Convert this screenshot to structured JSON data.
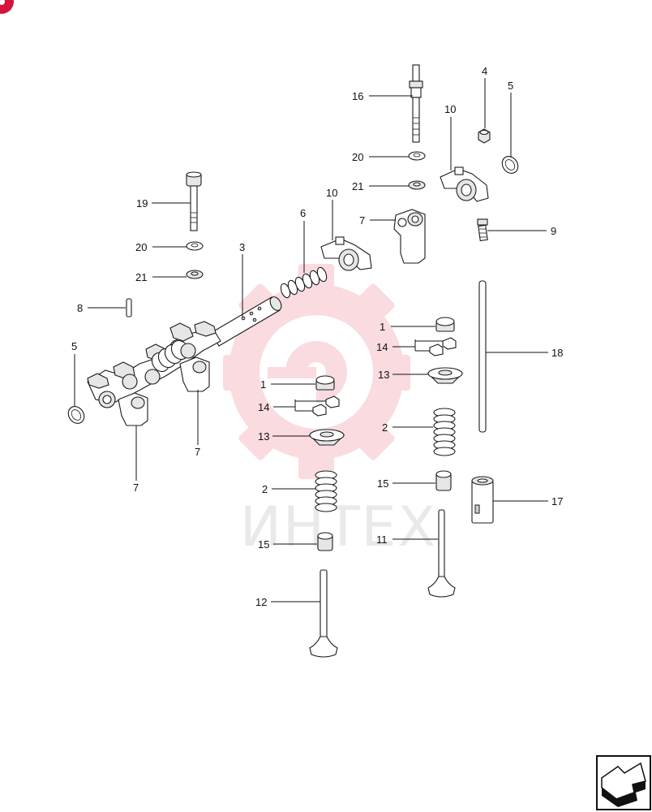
{
  "diagram": {
    "watermark_text": "ИНТЕХ",
    "corner_marker_color": "#d4143c",
    "watermark_color": "#f08a96",
    "nav_icon": "next-page-arrow-icon",
    "callouts": [
      {
        "id": "16",
        "label": "16"
      },
      {
        "id": "4",
        "label": "4"
      },
      {
        "id": "5a",
        "label": "5"
      },
      {
        "id": "10a",
        "label": "10"
      },
      {
        "id": "20a",
        "label": "20"
      },
      {
        "id": "21a",
        "label": "21"
      },
      {
        "id": "7a",
        "label": "7"
      },
      {
        "id": "9",
        "label": "9"
      },
      {
        "id": "19",
        "label": "19"
      },
      {
        "id": "6",
        "label": "6"
      },
      {
        "id": "10b",
        "label": "10"
      },
      {
        "id": "3",
        "label": "3"
      },
      {
        "id": "20b",
        "label": "20"
      },
      {
        "id": "21b",
        "label": "21"
      },
      {
        "id": "8",
        "label": "8"
      },
      {
        "id": "5b",
        "label": "5"
      },
      {
        "id": "1a",
        "label": "1"
      },
      {
        "id": "14a",
        "label": "14"
      },
      {
        "id": "18",
        "label": "18"
      },
      {
        "id": "13a",
        "label": "13"
      },
      {
        "id": "1b",
        "label": "1"
      },
      {
        "id": "14b",
        "label": "14"
      },
      {
        "id": "2a",
        "label": "2"
      },
      {
        "id": "7b",
        "label": "7"
      },
      {
        "id": "13b",
        "label": "13"
      },
      {
        "id": "7c",
        "label": "7"
      },
      {
        "id": "15a",
        "label": "15"
      },
      {
        "id": "17",
        "label": "17"
      },
      {
        "id": "2b",
        "label": "2"
      },
      {
        "id": "11",
        "label": "11"
      },
      {
        "id": "15b",
        "label": "15"
      },
      {
        "id": "12",
        "label": "12"
      }
    ]
  }
}
